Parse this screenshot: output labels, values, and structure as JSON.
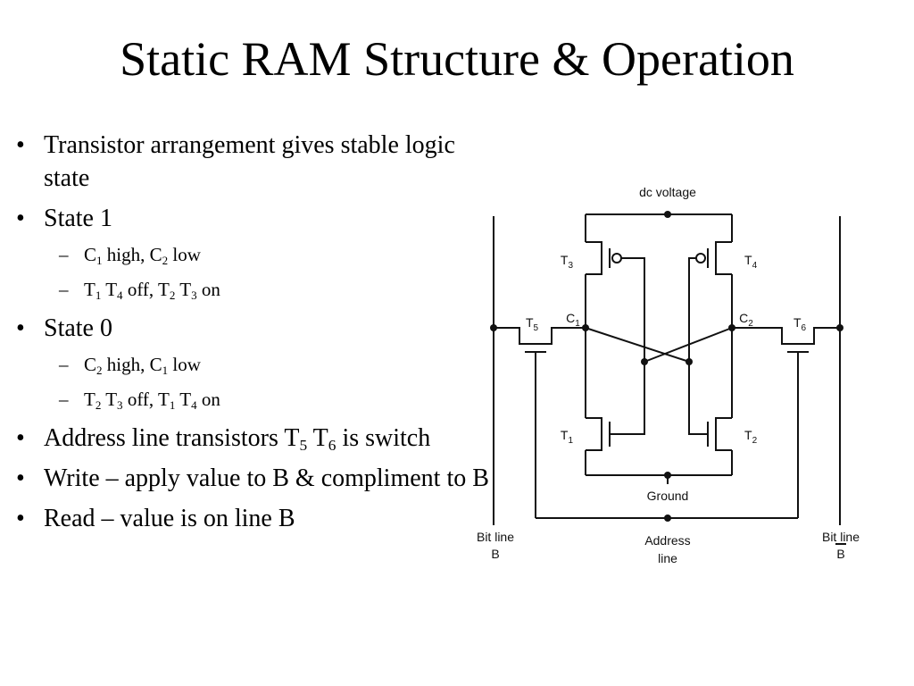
{
  "title": "Static RAM Structure & Operation",
  "bullets": {
    "b1": "Transistor arrangement gives stable logic state",
    "b2": "State 1",
    "b2s1": {
      "a": "C",
      "a_sub": "1",
      "b": " high, C",
      "b_sub": "2",
      "c": " low"
    },
    "b2s2": {
      "a": "T",
      "a_sub": "1",
      "b": " T",
      "b_sub": "4",
      "c": " off, T",
      "c_sub": "2",
      "d": " T",
      "d_sub": "3",
      "e": " on"
    },
    "b3": "State 0",
    "b3s1": {
      "a": "C",
      "a_sub": "2",
      "b": " high, C",
      "b_sub": "1",
      "c": " low"
    },
    "b3s2": {
      "a": "T",
      "a_sub": "2",
      "b": " T",
      "b_sub": "3",
      "c": " off, T",
      "c_sub": "1",
      "d": " T",
      "d_sub": "4",
      "e": " on"
    },
    "b4": {
      "a": "Address line transistors T",
      "a_sub": "5",
      "b": " T",
      "b_sub": "6",
      "c": " is switch"
    },
    "b5": "Write – apply value to B & compliment to B",
    "b6": "Read – value is on line B",
    "marker": "•",
    "sub_marker": "–"
  },
  "diagram": {
    "dc_voltage": "dc voltage",
    "ground": "Ground",
    "address_line_1": "Address",
    "address_line_2": "line",
    "bit_line_left_1": "Bit line",
    "bit_line_left_2": "B",
    "bit_line_right_1": "Bit line",
    "bit_line_right_2": "B",
    "t1": "T",
    "t1_sub": "1",
    "t2": "T",
    "t2_sub": "2",
    "t3": "T",
    "t3_sub": "3",
    "t4": "T",
    "t4_sub": "4",
    "t5": "T",
    "t5_sub": "5",
    "t6": "T",
    "t6_sub": "6",
    "c1": "C",
    "c1_sub": "1",
    "c2": "C",
    "c2_sub": "2"
  }
}
